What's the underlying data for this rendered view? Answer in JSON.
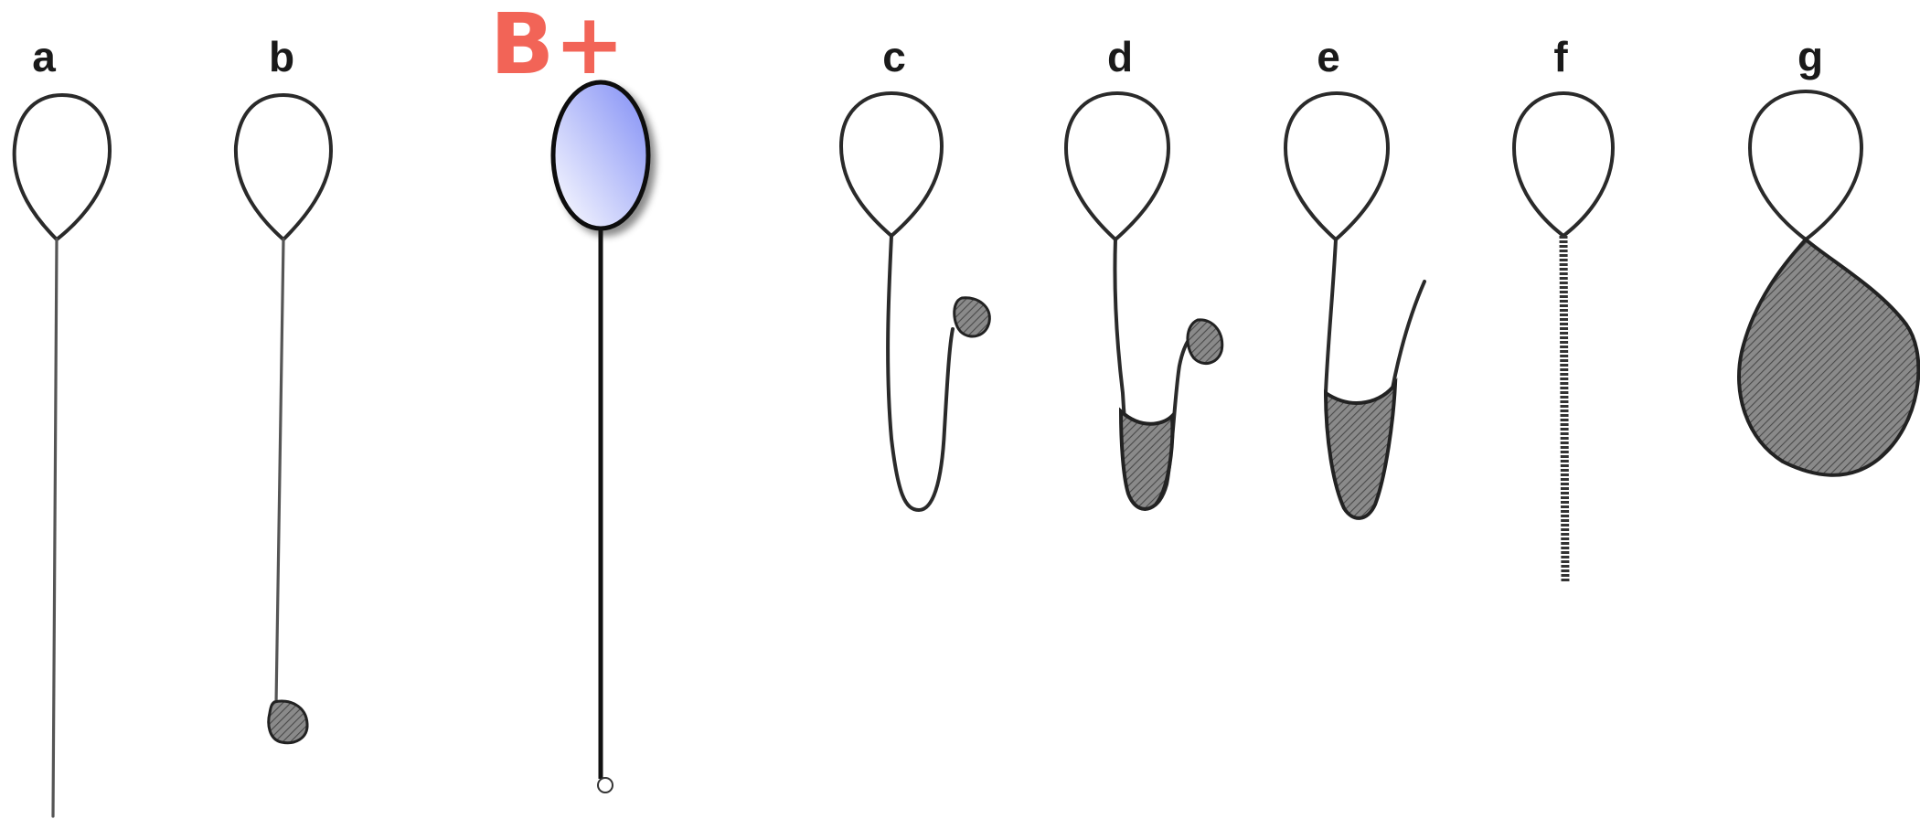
{
  "labels": {
    "a": "a",
    "b": "b",
    "grade": "B+",
    "c": "c",
    "d": "d",
    "e": "e",
    "f": "f",
    "g": "g"
  },
  "colors": {
    "grade": "#f26457",
    "head_fill_top": "#7f8cf5",
    "head_fill_bottom": "#ffffff",
    "line": "#2a2a2a",
    "hatch": "#6b6b6b"
  }
}
